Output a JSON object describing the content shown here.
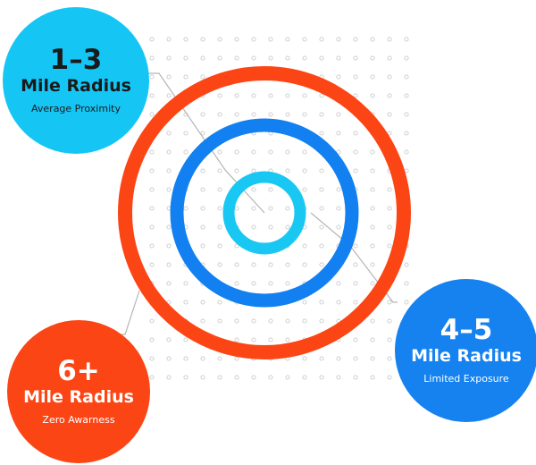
{
  "colors": {
    "outer_ring": "#FC4514",
    "middle_ring": "#1280F0",
    "inner_ring": "#19C8F2",
    "callout_near": "#15C6F5",
    "callout_mid": "#1682F0",
    "callout_far": "#FB4515",
    "dot_grid": "#C9C9C9",
    "connector": "#B5B5B5"
  },
  "callouts": {
    "near": {
      "range": "1–3",
      "unit": "Mile Radius",
      "caption": "Average Proximity"
    },
    "mid": {
      "range": "4–5",
      "unit": "Mile Radius",
      "caption": "Limited Exposure"
    },
    "far": {
      "range": "6+",
      "unit": "Mile Radius",
      "caption": "Zero Awarness"
    }
  }
}
